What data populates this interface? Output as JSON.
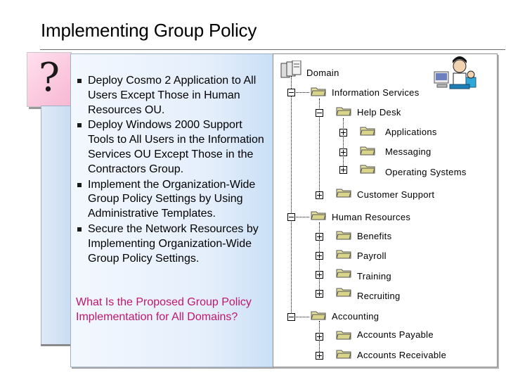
{
  "slide": {
    "title": "Implementing Group Policy"
  },
  "question_icon": {
    "symbol": "?"
  },
  "bullets": [
    "Deploy Cosmo 2 Application to All Users Except Those in Human Resources OU.",
    "Deploy Windows 2000 Support Tools to All Users in the Information Services OU Except Those in the Contractors Group.",
    "Implement the Organization-Wide Group Policy Settings by Using Administrative Templates.",
    "Secure the Network Resources by Implementing Organization-Wide Group Policy Settings."
  ],
  "question": "What Is the Proposed Group Policy Implementation for All Domains?",
  "tree": {
    "root": "Domain",
    "information_services": "Information Services",
    "help_desk": "Help Desk",
    "applications": "Applications",
    "messaging": "Messaging",
    "operating_systems": "Operating Systems",
    "customer_support": "Customer Support",
    "human_resources": "Human Resources",
    "benefits": "Benefits",
    "payroll": "Payroll",
    "training": "Training",
    "recruiting": "Recruiting",
    "accounting": "Accounting",
    "accounts_payable": "Accounts Payable",
    "accounts_receivable": "Accounts Receivable"
  },
  "icons": {
    "root": "domain-servers-icon",
    "ou": "organizational-unit-folder-icon",
    "users": "users-computer-icon"
  },
  "colors": {
    "question_text": "#c0156e",
    "qbox": "#f7b7d2",
    "panel": "#e4eefb"
  }
}
